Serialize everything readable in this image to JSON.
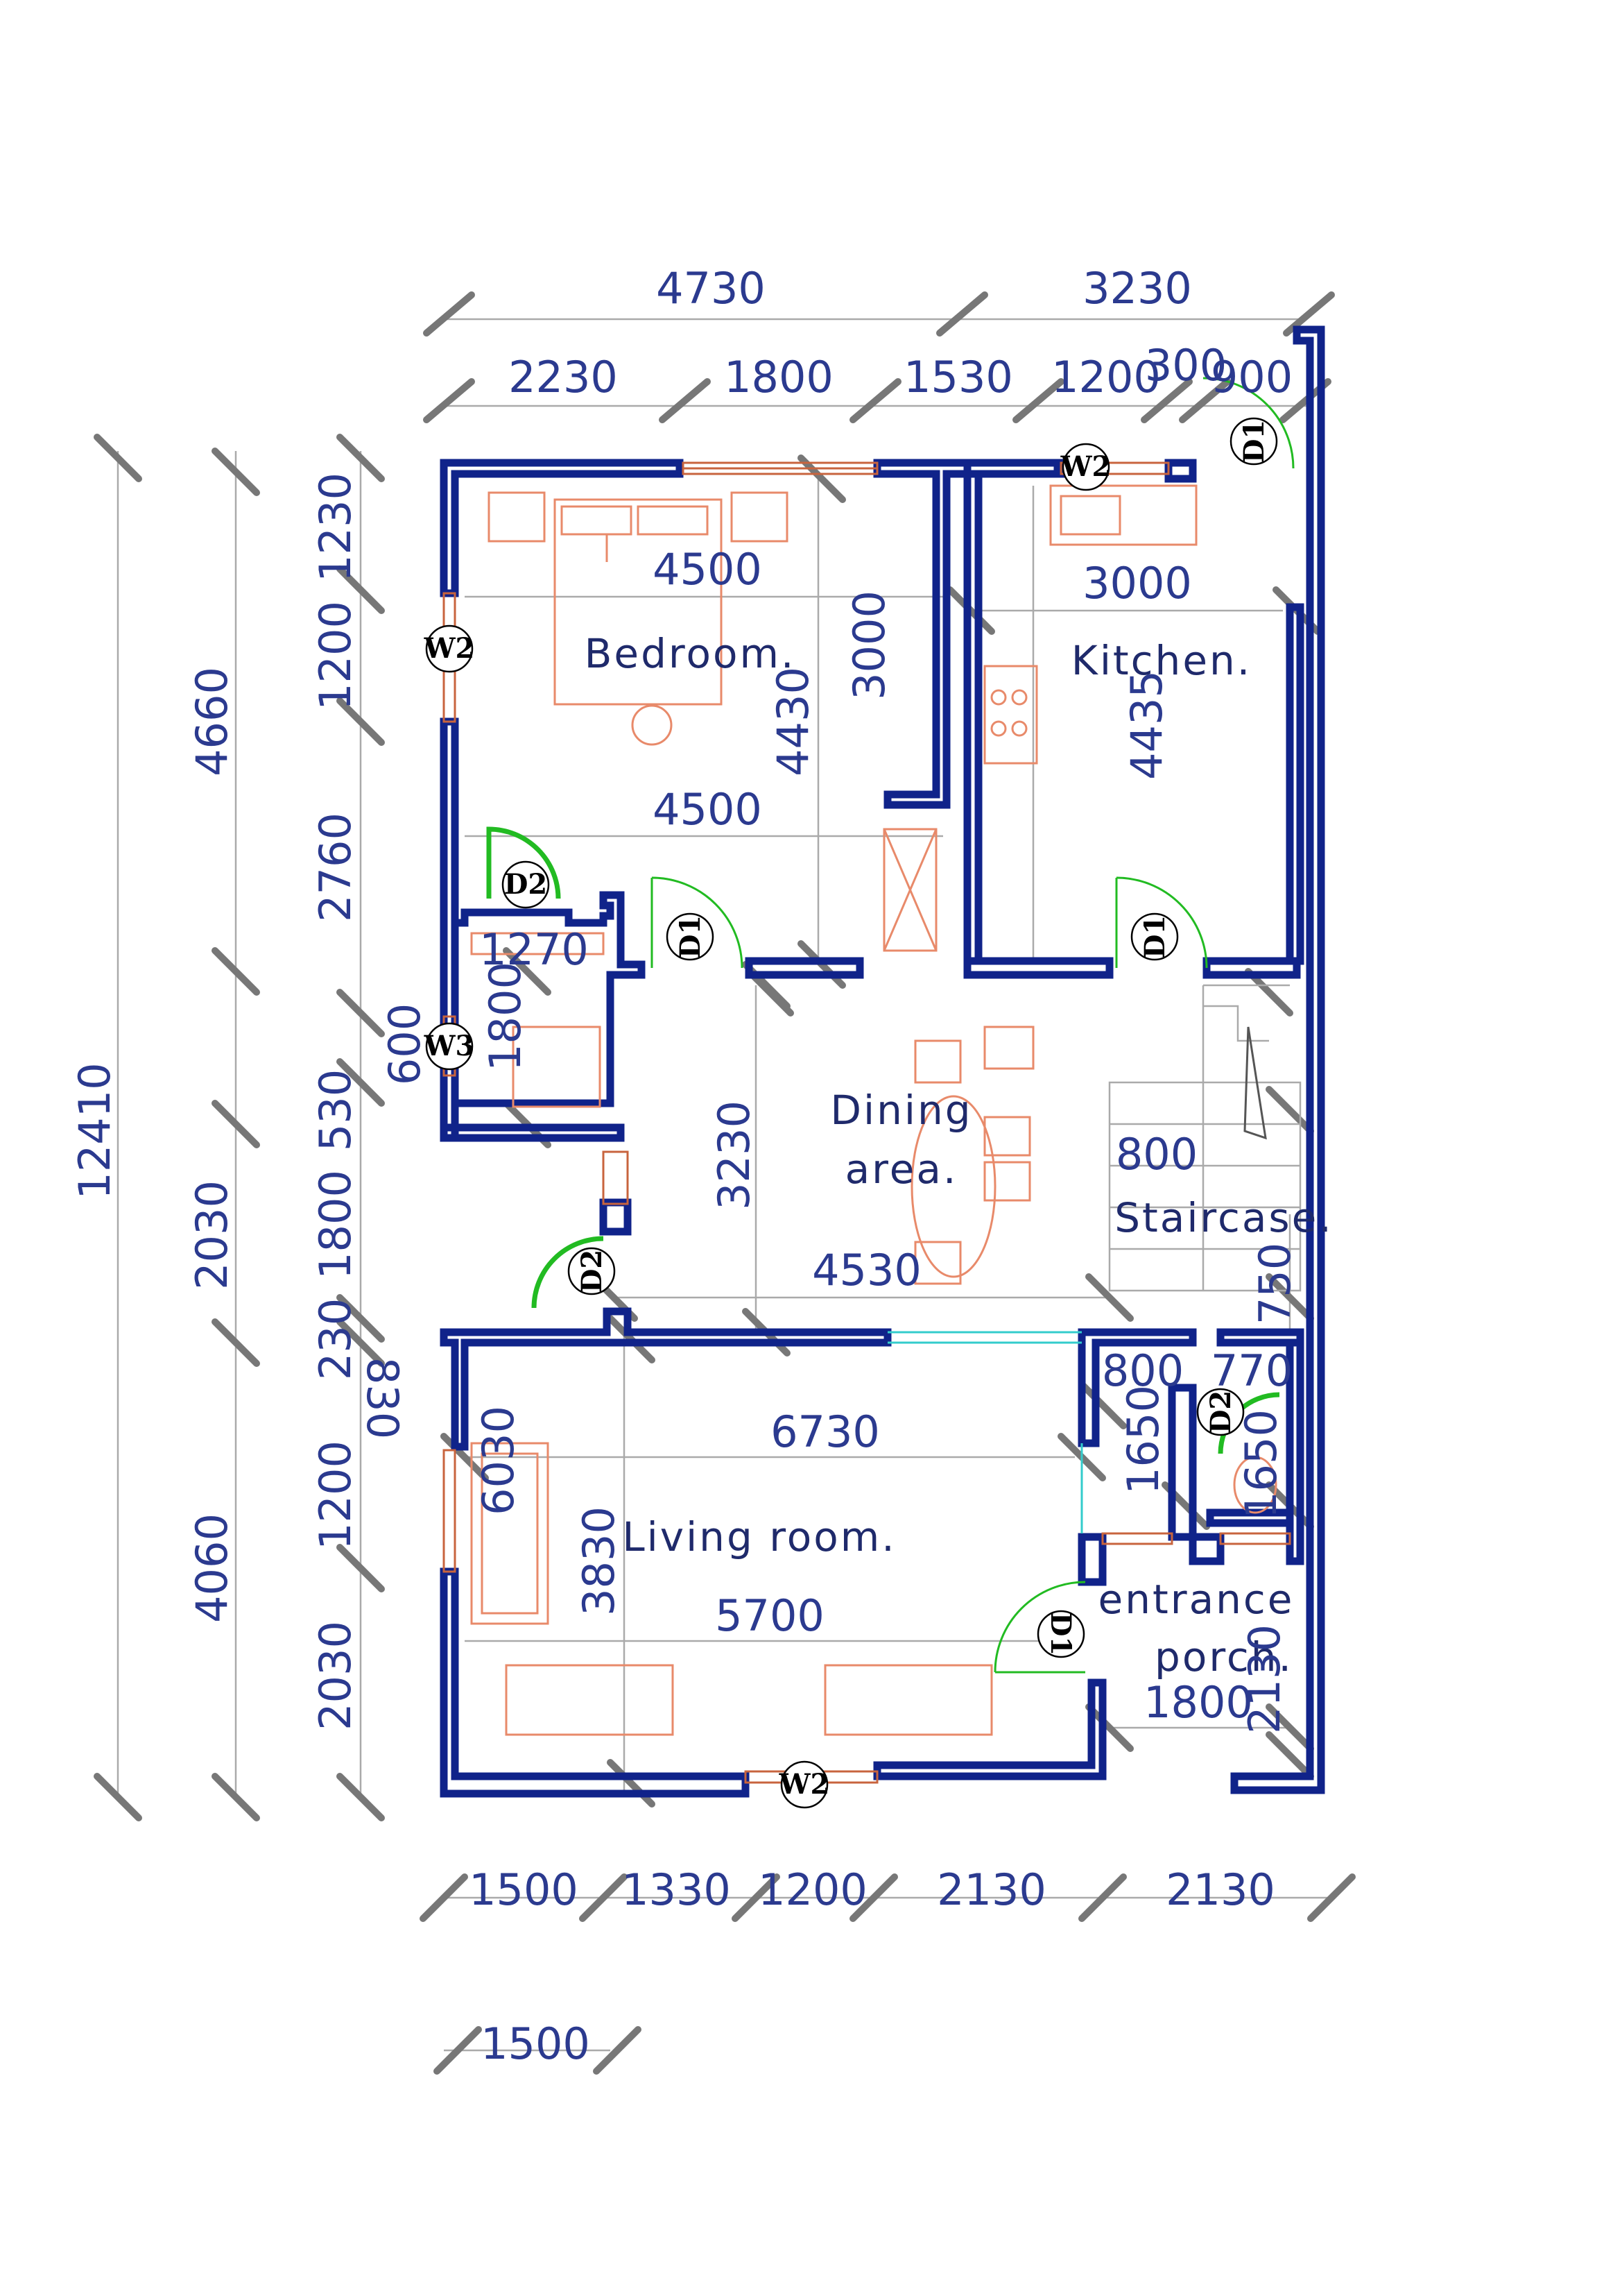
{
  "plan": {
    "rooms": {
      "bedroom": "Bedroom.",
      "kitchen": "Kitchen.",
      "dining_1": "Dining",
      "dining_2": "area.",
      "staircase": "Staircase.",
      "living": "Living room.",
      "porch_1": "entrance",
      "porch_2": "porch."
    },
    "top_dims": {
      "overall_left": "4730",
      "overall_right": "3230",
      "d1": "2230",
      "d2": "1800",
      "d3": "1530",
      "d4": "1200",
      "d5": "300",
      "d6": "900"
    },
    "bottom_dims": {
      "d1": "1500",
      "d2": "1330",
      "d3": "1200",
      "d4": "2130",
      "d5": "2130",
      "extra": "1500"
    },
    "left_dims": {
      "overall": "12410",
      "upper": "4660",
      "middle": "2030",
      "lower": "4060",
      "s1": "1230",
      "s2": "1200",
      "s3": "2760",
      "s4": "530",
      "s5": "1800",
      "s6": "230",
      "s7": "1200",
      "s8": "2030",
      "s9": "600",
      "s10": "830"
    },
    "inner_dims": {
      "bed_w_top": "4500",
      "bed_w_bot": "4500",
      "bed_h": "4430",
      "wardrobe_h": "3000",
      "kitchen_w": "3000",
      "kitchen_h": "4435",
      "bath_w": "1270",
      "bath_h": "1800",
      "dining_h": "3230",
      "dining_w": "4530",
      "stair_w": "800",
      "stair_h": "750",
      "living_w_top": "6730",
      "living_w_bot": "5700",
      "living_h": "3830",
      "living_left": "6030",
      "porch_a": "800",
      "porch_b": "770",
      "porch_h1": "1650",
      "porch_h2": "1650",
      "porch_w": "1800",
      "porch_h3": "2130"
    },
    "tags": {
      "w2_top": "W2",
      "w2_left": "W2",
      "w3": "W3",
      "w2_bottom": "W2",
      "d1_kitchen_top": "D1",
      "d2_bed": "D2",
      "d1_bed": "D1",
      "d1_kitchen": "D1",
      "d2_hall": "D2",
      "d2_porch": "D2",
      "d1_living": "D1"
    }
  },
  "colors": {
    "wall": "#10238a",
    "dimension_text": "#2b3a8f",
    "furniture": "#e88a6a",
    "door_swing": "#22bb22"
  }
}
